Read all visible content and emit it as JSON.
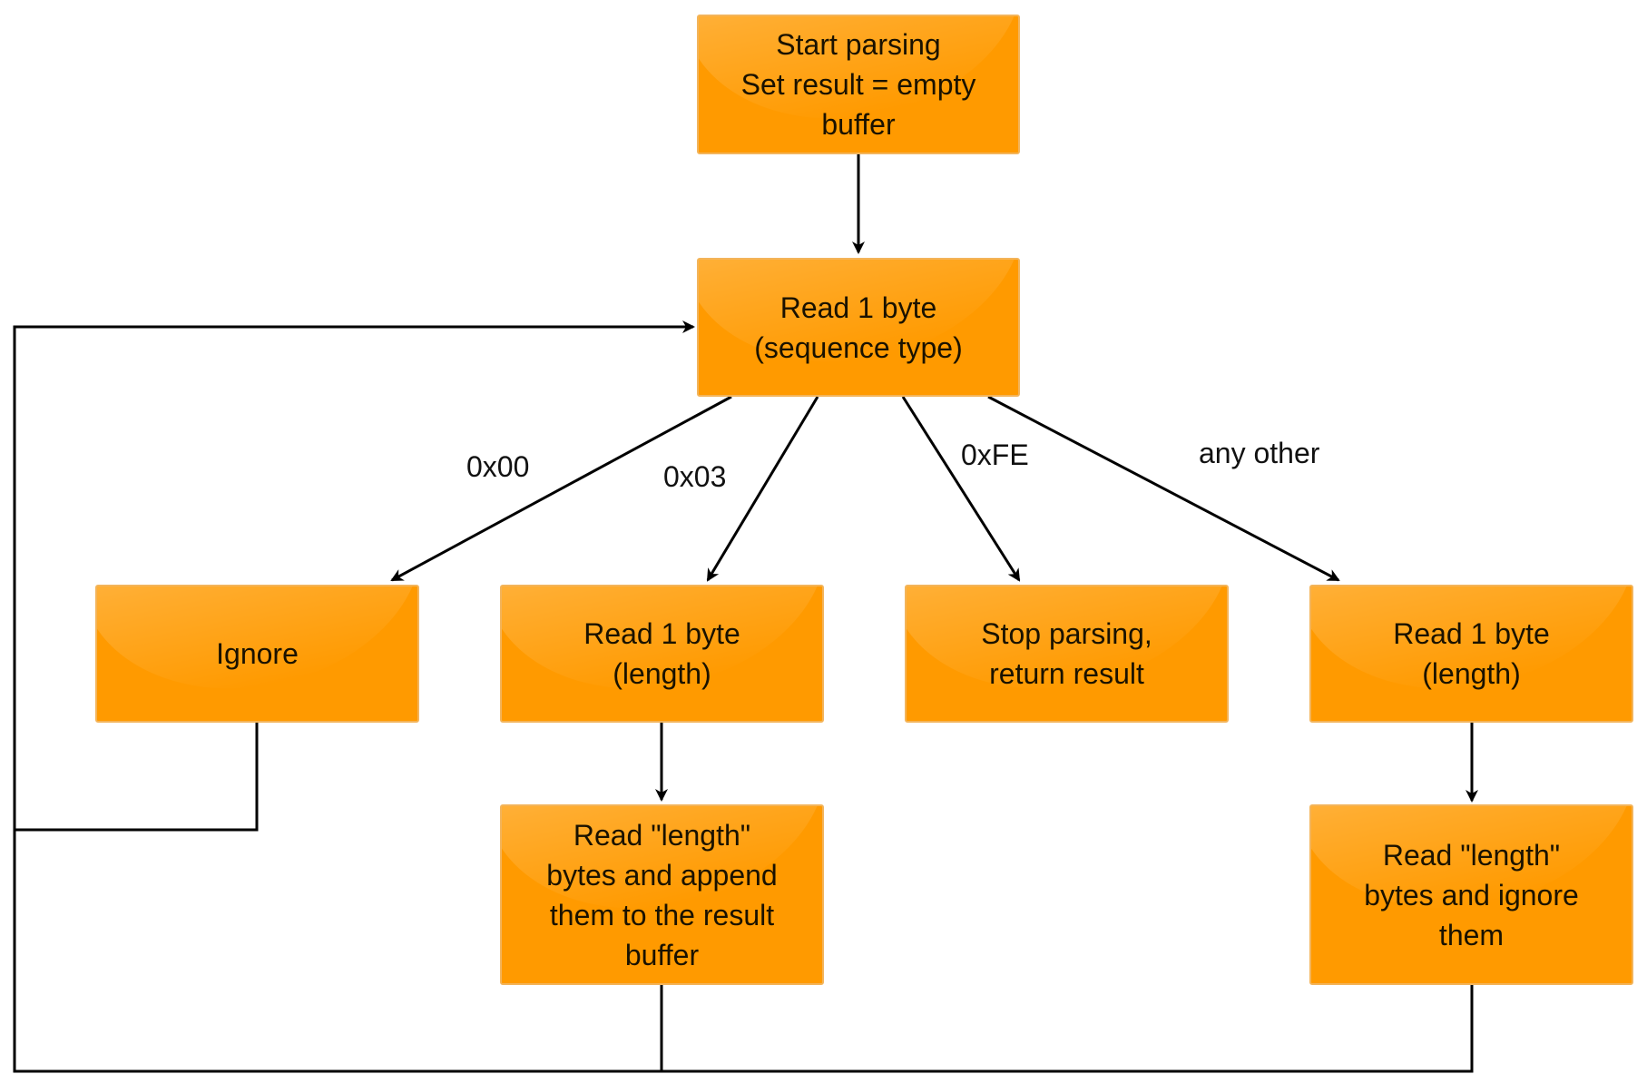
{
  "nodes": {
    "start": "Start parsing\nSet result = empty\nbuffer",
    "read_type": "Read 1 byte\n(sequence type)",
    "ignore": "Ignore",
    "read_length_03": "Read 1 byte\n(length)",
    "stop": "Stop parsing,\nreturn result",
    "read_length_other": "Read 1 byte\n(length)",
    "append": "Read \"length\"\nbytes and append\nthem to the result\nbuffer",
    "ignore_bytes": "Read \"length\"\nbytes and ignore\nthem"
  },
  "edge_labels": {
    "x00": "0x00",
    "x03": "0x03",
    "xfe": "0xFE",
    "other": "any other"
  },
  "colors": {
    "box_fill": "#ff9a00",
    "box_border": "#f3b45a",
    "line": "#000000"
  }
}
